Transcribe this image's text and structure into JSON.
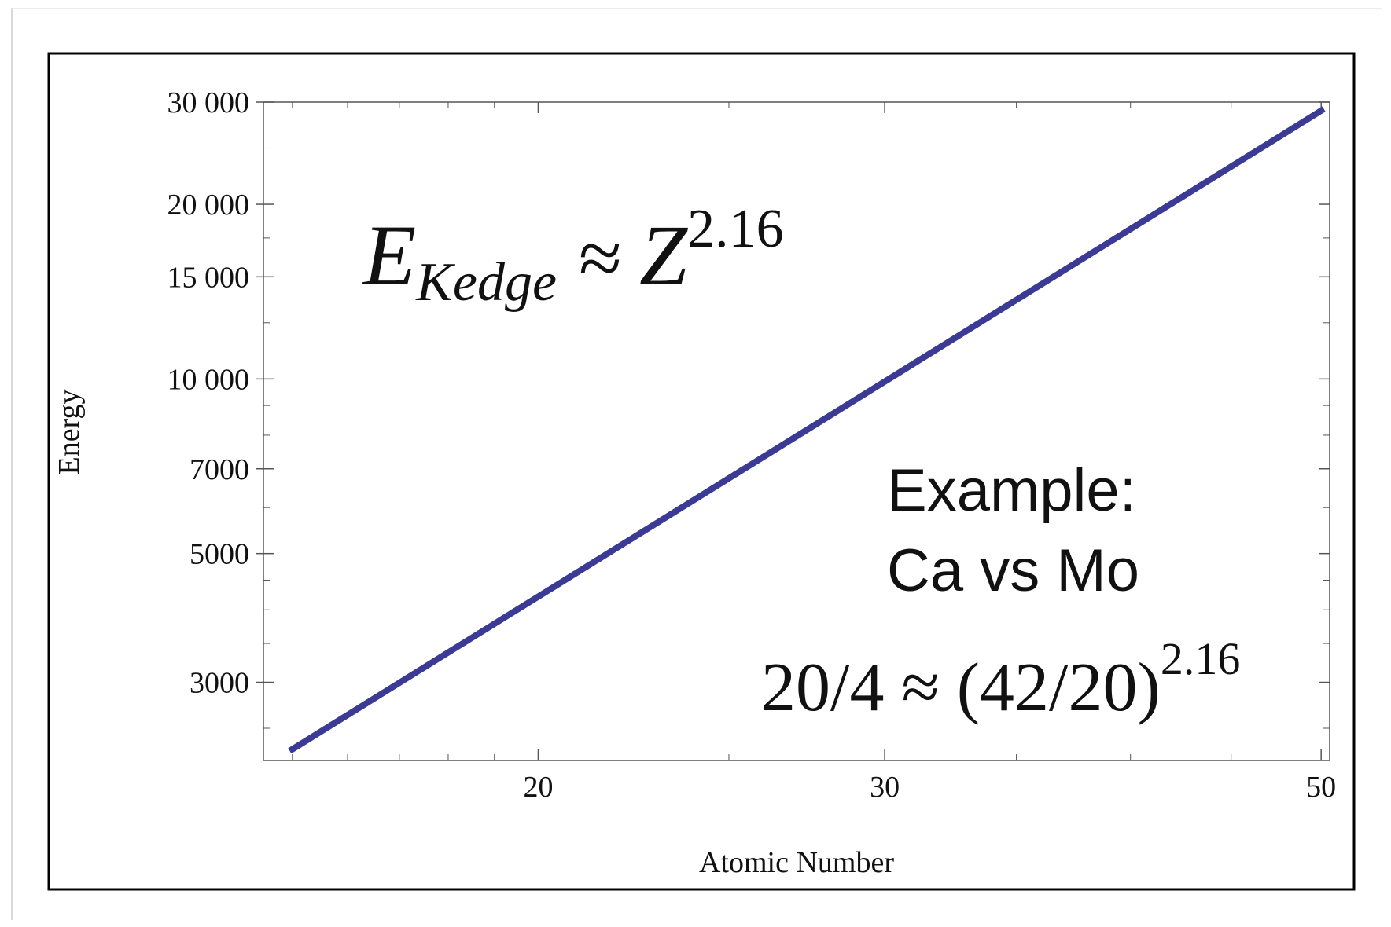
{
  "chart_data": {
    "type": "line",
    "xlabel": "Atomic Number",
    "ylabel": "Energy",
    "x_scale": "log",
    "y_scale": "log",
    "xlim": [
      14.5,
      50.5
    ],
    "ylim": [
      2200,
      30000
    ],
    "x_ticks": [
      {
        "value": 20,
        "label": "20"
      },
      {
        "value": 30,
        "label": "30"
      },
      {
        "value": 50,
        "label": "50"
      }
    ],
    "x_minor_ticks": [
      15,
      16,
      17,
      18,
      19,
      25,
      35,
      40,
      45
    ],
    "y_ticks": [
      {
        "value": 3000,
        "label": "3000"
      },
      {
        "value": 5000,
        "label": "5000"
      },
      {
        "value": 7000,
        "label": "7000"
      },
      {
        "value": 10000,
        "label": "10 000"
      },
      {
        "value": 15000,
        "label": "15 000"
      },
      {
        "value": 20000,
        "label": "20 000"
      },
      {
        "value": 30000,
        "label": "30 000"
      }
    ],
    "y_minor_ticks": [
      2500,
      3500,
      4000,
      4500,
      6000,
      8000,
      9000,
      12500,
      17500,
      25000
    ],
    "series": [
      {
        "x": [
          15,
          50
        ],
        "y": [
          2300,
          29000
        ]
      }
    ],
    "grid": false
  },
  "annotations": {
    "formula": {
      "E": "E",
      "sub": "Kedge",
      "approx": "≈",
      "Z": "Z",
      "exp": "2.16"
    },
    "example_line1": "Example:",
    "example_line2": "Ca vs Mo",
    "ratio": {
      "main": "20/4 ≈ (42/20)",
      "exp": "2.16"
    }
  },
  "colors": {
    "series": "#3b3b96",
    "frame": "#000000",
    "axis": "#555555"
  }
}
